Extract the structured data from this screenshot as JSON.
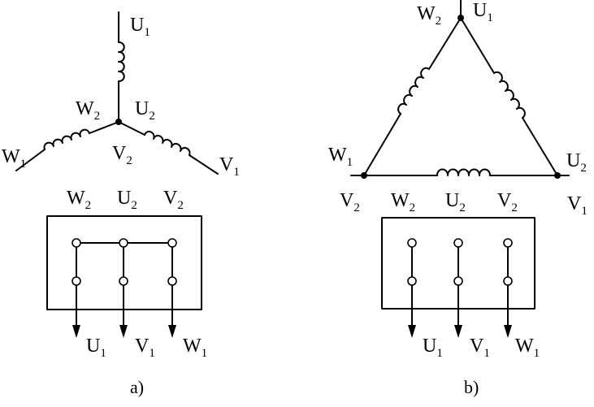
{
  "diagram_a": {
    "caption": "a)",
    "winding_labels": {
      "u1": {
        "main": "U",
        "sub": "1"
      },
      "w2": {
        "main": "W",
        "sub": "2"
      },
      "u2": {
        "main": "U",
        "sub": "2"
      },
      "w1": {
        "main": "W",
        "sub": "1"
      },
      "v2": {
        "main": "V",
        "sub": "2"
      },
      "v1": {
        "main": "V",
        "sub": "1"
      }
    },
    "terminal_top": [
      {
        "main": "W",
        "sub": "2"
      },
      {
        "main": "U",
        "sub": "2"
      },
      {
        "main": "V",
        "sub": "2"
      }
    ],
    "terminal_bottom": [
      {
        "main": "U",
        "sub": "1"
      },
      {
        "main": "V",
        "sub": "1"
      },
      {
        "main": "W",
        "sub": "1"
      }
    ]
  },
  "diagram_b": {
    "caption": "b)",
    "winding_labels": {
      "w2": {
        "main": "W",
        "sub": "2"
      },
      "u1": {
        "main": "U",
        "sub": "1"
      },
      "w1": {
        "main": "W",
        "sub": "1"
      },
      "u2": {
        "main": "U",
        "sub": "2"
      },
      "v2": {
        "main": "V",
        "sub": "2"
      },
      "v1": {
        "main": "V",
        "sub": "1"
      }
    },
    "terminal_top": [
      {
        "main": "W",
        "sub": "2"
      },
      {
        "main": "U",
        "sub": "2"
      },
      {
        "main": "V",
        "sub": "2"
      }
    ],
    "terminal_bottom": [
      {
        "main": "U",
        "sub": "1"
      },
      {
        "main": "V",
        "sub": "1"
      },
      {
        "main": "W",
        "sub": "1"
      }
    ]
  }
}
